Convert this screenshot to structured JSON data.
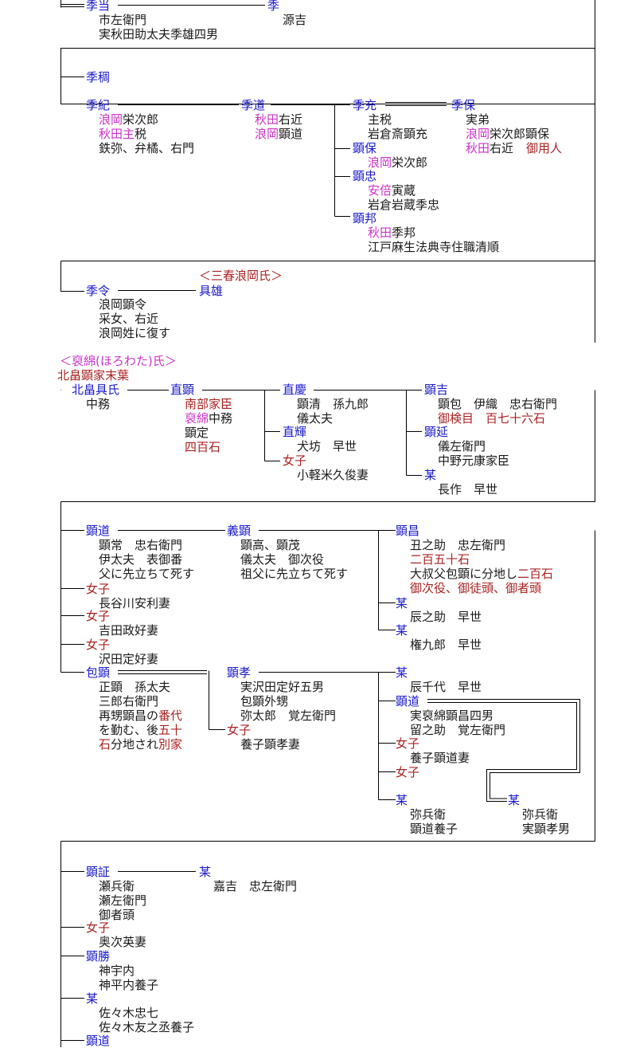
{
  "colors": {
    "name": "#1a1acc",
    "clan": "#cc33cc",
    "note": "#aa2222",
    "text": "#1a1a1a",
    "line": "#000000"
  },
  "g1": {
    "suetoshi": {
      "name": "季当",
      "l1": "市左衛門",
      "l2": "実秋田助太夫季雄四男"
    },
    "sue": {
      "name": "季",
      "l1": "源吉"
    }
  },
  "g2": {
    "suechika": {
      "name": "季稠"
    }
  },
  "g3": {
    "sueki": {
      "name": "季紀",
      "c1": "浪岡",
      "l1": "栄次郎",
      "c2": "秋田主",
      "l2": "税",
      "l3": "鉄弥、弁橘、右門"
    },
    "suemichi": {
      "name": "季道",
      "c1": "秋田",
      "l1": "右近",
      "c2": "浪岡",
      "l2": "顕道"
    },
    "suemitsu": {
      "name": "季充",
      "l1": "主税",
      "l2": "岩倉斎顕充"
    },
    "sueyasu": {
      "name": "季保",
      "l1": "実弟",
      "c2": "浪岡",
      "l2": "栄次郎顕保",
      "c3": "秋田",
      "l3": "右近",
      "n3": "御用人"
    },
    "akiyasu": {
      "name": "顕保",
      "c1": "浪岡",
      "l1": "栄次郎"
    },
    "akitada": {
      "name": "顕忠",
      "c1": "安倍",
      "l1": "寅蔵",
      "l2": "岩倉岩蔵季忠"
    },
    "akikuni": {
      "name": "顕邦",
      "c1": "秋田",
      "l1": "季邦",
      "l2": "江戸麻生法典寺住職清順"
    }
  },
  "g4": {
    "header": "＜三春浪岡氏＞",
    "suenori": {
      "name": "季令",
      "l1": "浪岡顕令",
      "l2": "采女、右近",
      "l3": "浪岡姓に復す"
    },
    "tomoo": {
      "name": "具雄"
    }
  },
  "horowata": {
    "header": "＜裒綿(ほろわた)氏＞",
    "line": "北畠顕家末葉",
    "kitabatake": {
      "name": "北畠具氏",
      "l1": "中務"
    },
    "naoaki": {
      "name": "直顕",
      "n1": "南部家臣",
      "c2": "裒綿",
      "l2": "中務",
      "l3": "顕定",
      "n4": "四百石"
    },
    "naoyoshi": {
      "name": "直慶",
      "l1": "顕清　孫九郎",
      "l2": "儀太夫"
    },
    "naoteru": {
      "name": "直輝",
      "l1": "犬坊　早世"
    },
    "jo1": {
      "name": "女子",
      "l1": "小軽米久俊妻"
    },
    "akiyoshi": {
      "name": "顕吉",
      "l1": "顕包　伊織　忠右衛門",
      "n2": "御検目　百七十六石"
    },
    "akinobu": {
      "name": "顕延",
      "l1": "儀左衛門",
      "l2": "中野元康家臣"
    },
    "bou1": {
      "name": "某",
      "l1": "長作　早世"
    }
  },
  "g5": {
    "akimichi": {
      "name": "顕道",
      "l1": "顕常　忠右衛門",
      "l2": "伊太夫　表御番",
      "l3": "父に先立ちて死す"
    },
    "yoshiaki": {
      "name": "義顕",
      "l1": "顕高、顕茂",
      "l2": "儀太夫　御次役",
      "l3": "祖父に先立ちて死す"
    },
    "akimasa": {
      "name": "顕昌",
      "l1": "丑之助　忠左衛門",
      "n2": "二百五十石",
      "l3a": "大叔父包顕に分地し",
      "n3b": "二百石",
      "n4": "御次役、御徒頭、御者頭"
    },
    "bou_a": {
      "name": "某",
      "l1": "辰之助　早世"
    },
    "bou_b": {
      "name": "某",
      "l1": "権九郎　早世"
    },
    "jo_a": {
      "name": "女子",
      "l1": "長谷川安利妻"
    },
    "jo_b": {
      "name": "女子",
      "l1": "吉田政好妻"
    },
    "jo_c": {
      "name": "女子",
      "l1": "沢田定好妻"
    },
    "kaneaki": {
      "name": "包顕",
      "l1": "正顕　孫太夫",
      "l2": "三郎右衛門",
      "l3a": "再甥顕昌の",
      "n3b": "番代",
      "l4a": "を勤む、後",
      "n4b": "五十",
      "n5a": "石",
      "l5b": "分地され",
      "n5c": "別家"
    },
    "akitaka": {
      "name": "顕孝",
      "l1": "実沢田定好五男",
      "l2": "包顕外甥",
      "l3": "弥太郎　覚左衛門"
    },
    "jo_d": {
      "name": "女子",
      "l1": "養子顕孝妻"
    },
    "bou_c": {
      "name": "某",
      "l1": "辰千代　早世"
    },
    "akimichi2": {
      "name": "顕道",
      "l1": "実裒綿顕昌四男",
      "l2": "留之助　覚左衛門"
    },
    "jo_e": {
      "name": "女子",
      "l1": "養子顕道妻"
    },
    "jo_f": {
      "name": "女子"
    },
    "bou_d": {
      "name": "某",
      "l1": "弥兵衛",
      "l2": "顕道養子"
    },
    "bou_e": {
      "name": "某",
      "l1": "弥兵衛",
      "l2": "実顕孝男"
    }
  },
  "g6": {
    "akiakashi": {
      "name": "顕証",
      "l1": "瀬兵衛",
      "l2": "瀬左衛門",
      "l3": "御者頭"
    },
    "bou_f": {
      "name": "某",
      "l1": "嘉吉　忠左衛門"
    },
    "jo_g": {
      "name": "女子",
      "l1": "奥次英妻"
    },
    "akikatsu": {
      "name": "顕勝",
      "l1": "神宇内",
      "l2": "神平内養子"
    },
    "bou_g": {
      "name": "某",
      "l1": "佐々木忠七",
      "l2": "佐々木友之丞養子"
    },
    "akimichi3": {
      "name": "顕道"
    }
  }
}
